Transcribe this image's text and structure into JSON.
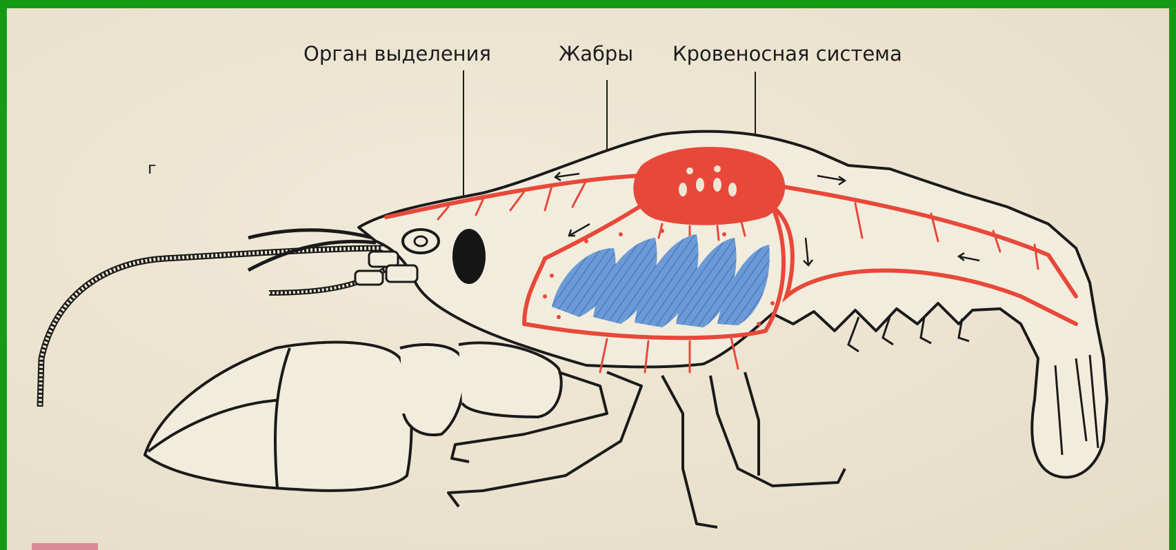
{
  "labels": {
    "excretory_organ": "Орган выделения",
    "gills": "Жабры",
    "circulatory_system": "Кровеносная система",
    "corner_mark": "г"
  },
  "colors": {
    "frame": "#159a15",
    "paper": "#eee6d3",
    "outline": "#1a1a1a",
    "blood_vessels": "#e8483a",
    "gills": "#5d8fd0",
    "excretory_organ": "#161616"
  }
}
